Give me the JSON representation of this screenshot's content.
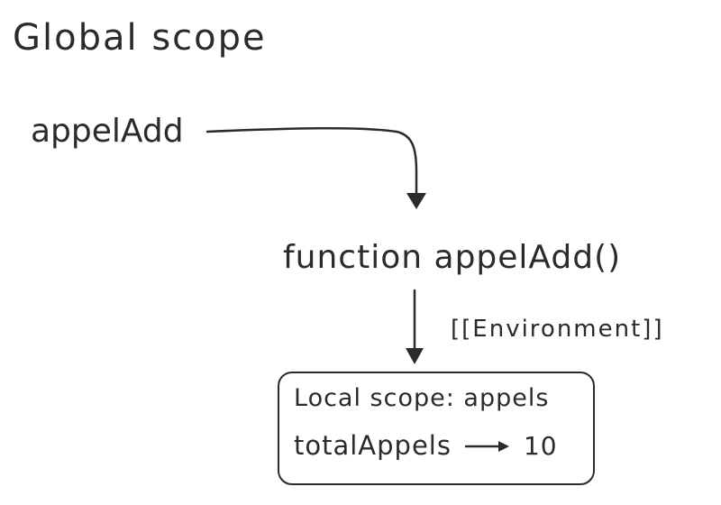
{
  "diagram": {
    "global_scope_title": "Global scope",
    "variable_label": "appelAdd",
    "function_label": "function appelAdd()",
    "environment_label": "[[Environment]]",
    "local_scope": {
      "title": "Local scope: appels",
      "variable_name": "totalAppels",
      "variable_value": "10"
    },
    "ink_color": "#2b2b2b"
  }
}
